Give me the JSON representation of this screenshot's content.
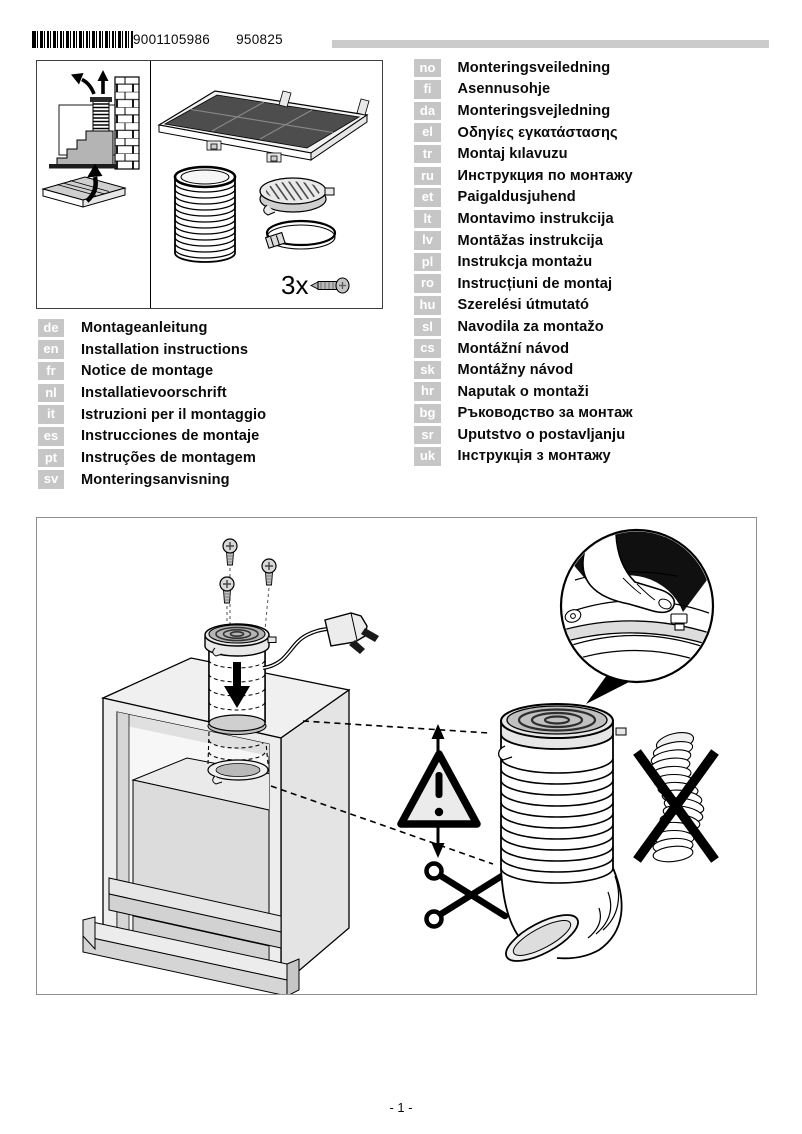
{
  "header": {
    "barcode_number": "9001105986",
    "barcode_code": "950825"
  },
  "parts_box": {
    "screw_count": "3x"
  },
  "languages_left": [
    {
      "code": "de",
      "label": "Montageanleitung"
    },
    {
      "code": "en",
      "label": "Installation instructions"
    },
    {
      "code": "fr",
      "label": "Notice de montage"
    },
    {
      "code": "nl",
      "label": "Installatievoorschrift"
    },
    {
      "code": "it",
      "label": "Istruzioni per il montaggio"
    },
    {
      "code": "es",
      "label": "Instrucciones de montaje"
    },
    {
      "code": "pt",
      "label": "Instruções de montagem"
    },
    {
      "code": "sv",
      "label": "Monteringsanvisning"
    }
  ],
  "languages_right": [
    {
      "code": "no",
      "label": "Monteringsveiledning"
    },
    {
      "code": "fi",
      "label": "Asennusohje"
    },
    {
      "code": "da",
      "label": "Monteringsvejledning"
    },
    {
      "code": "el",
      "label": "Οδηγίες εγκατάστασης"
    },
    {
      "code": "tr",
      "label": "Montaj kılavuzu"
    },
    {
      "code": "ru",
      "label": "Инструкция по монтажу"
    },
    {
      "code": "et",
      "label": "Paigaldusjuhend"
    },
    {
      "code": "lt",
      "label": "Montavimo instrukcija"
    },
    {
      "code": "lv",
      "label": "Montāžas instrukcija"
    },
    {
      "code": "pl",
      "label": "Instrukcja montażu"
    },
    {
      "code": "ro",
      "label": "Instrucțiuni de montaj"
    },
    {
      "code": "hu",
      "label": "Szerelési útmutató"
    },
    {
      "code": "sl",
      "label": "Navodila za montažo"
    },
    {
      "code": "cs",
      "label": "Montážní návod"
    },
    {
      "code": "sk",
      "label": "Montážny návod"
    },
    {
      "code": "hr",
      "label": "Naputak o montaži"
    },
    {
      "code": "bg",
      "label": "Ръководство за монтаж"
    },
    {
      "code": "sr",
      "label": "Uputstvo o postavljanju"
    },
    {
      "code": "uk",
      "label": "Інструкція з монтажу"
    }
  ],
  "footer": {
    "page_number": "- 1 -"
  },
  "colors": {
    "tag_bg": "#c6c6c6",
    "top_bar": "#cbcbcb",
    "filter_panel_dark": "#4d4d4d"
  }
}
